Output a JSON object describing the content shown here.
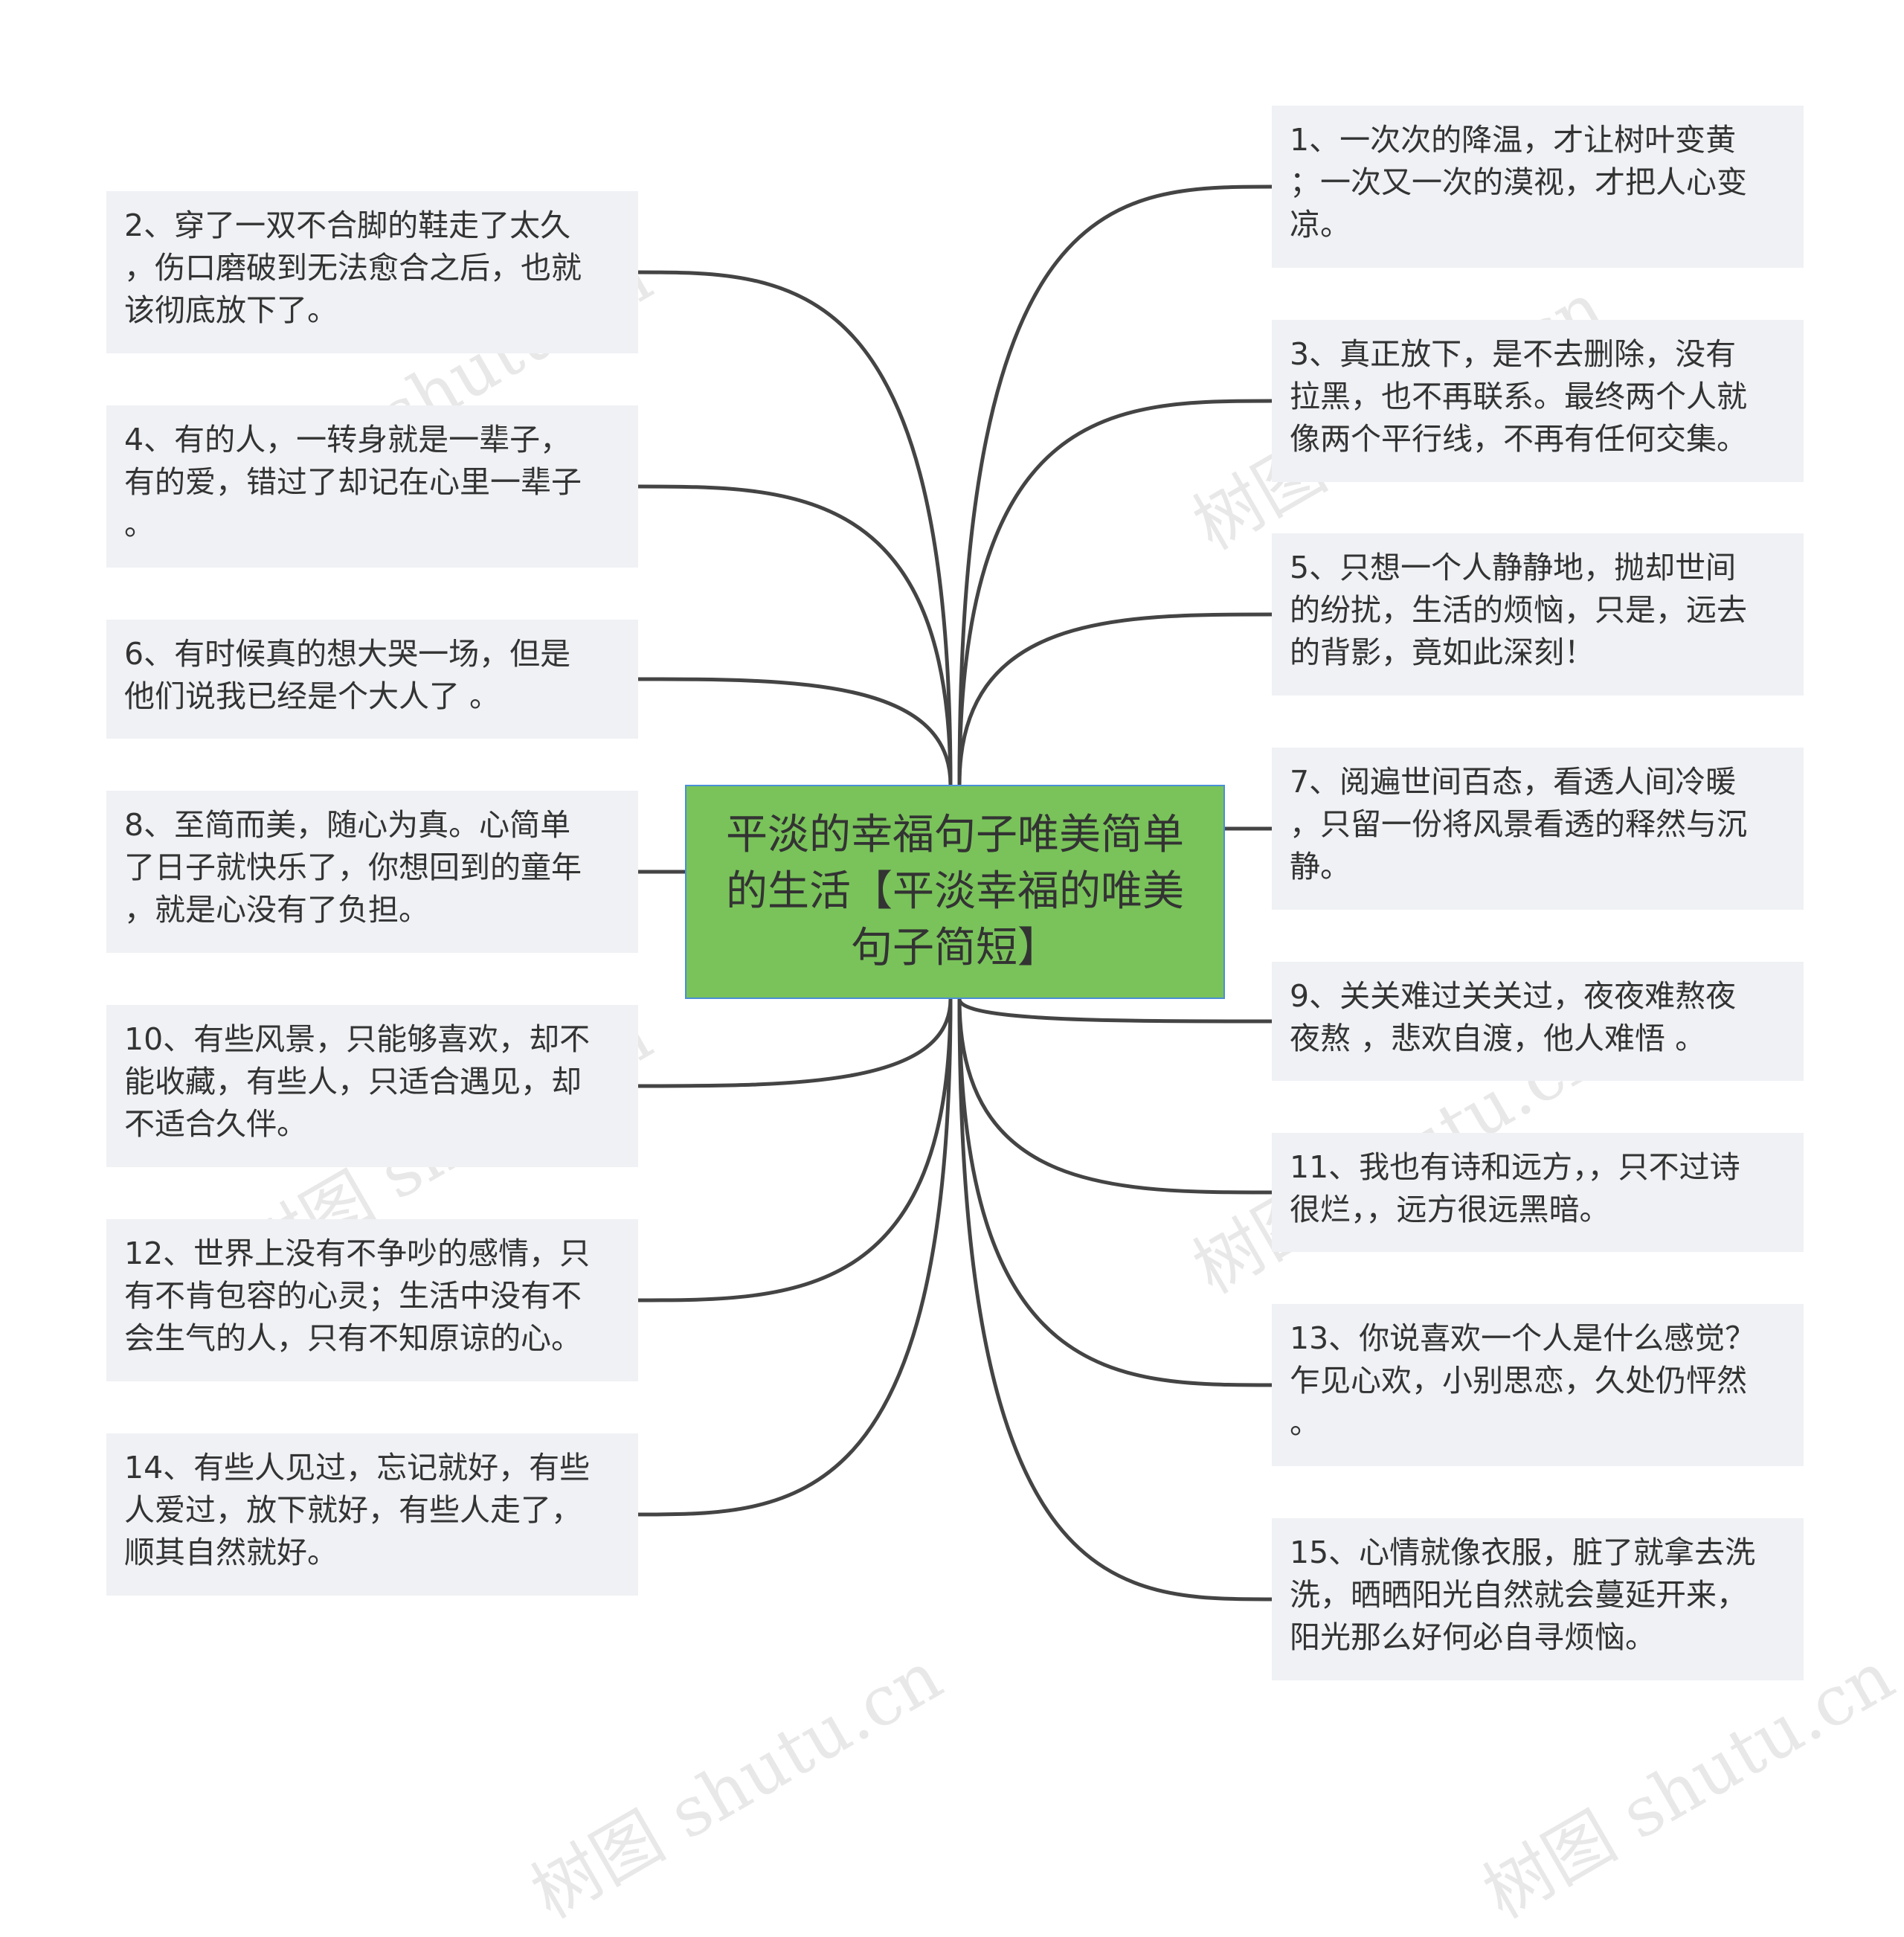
{
  "root": {
    "text": "平淡的幸福句子唯美简单\n的生活【平淡幸福的唯美\n句子简短】"
  },
  "left_nodes": [
    {
      "text": "2、穿了一双不合脚的鞋走了太久\n，伤口磨破到无法愈合之后，也就\n该彻底放下了。"
    },
    {
      "text": "4、有的人，一转身就是一辈子，\n有的爱，错过了却记在心里一辈子\n。"
    },
    {
      "text": "6、有时候真的想大哭一场，但是\n他们说我已经是个大人了 。"
    },
    {
      "text": "8、至简而美，随心为真。心简单\n了日子就快乐了，你想回到的童年\n，就是心没有了负担。"
    },
    {
      "text": "10、有些风景，只能够喜欢，却不\n能收藏，有些人，只适合遇见，却\n不适合久伴。"
    },
    {
      "text": "12、世界上没有不争吵的感情，只\n有不肯包容的心灵；生活中没有不\n会生气的人，只有不知原谅的心。"
    },
    {
      "text": "14、有些人见过，忘记就好，有些\n人爱过，放下就好，有些人走了，\n顺其自然就好。"
    }
  ],
  "right_nodes": [
    {
      "text": "1、一次次的降温，才让树叶变黄\n；一次又一次的漠视，才把人心变\n凉。"
    },
    {
      "text": "3、真正放下，是不去删除，没有\n拉黑，也不再联系。最终两个人就\n像两个平行线，不再有任何交集。"
    },
    {
      "text": "5、只想一个人静静地，抛却世间\n的纷扰，生活的烦恼，只是，远去\n的背影，竟如此深刻！"
    },
    {
      "text": "7、阅遍世间百态，看透人间冷暖\n，只留一份将风景看透的释然与沉\n静。"
    },
    {
      "text": "9、关关难过关关过，夜夜难熬夜\n夜熬 ，悲欢自渡，他人难悟 。"
    },
    {
      "text": "11、我也有诗和远方，，只不过诗\n很烂，，远方很远黑暗。"
    },
    {
      "text": "13、你说喜欢一个人是什么感觉？\n乍见心欢，小别思恋，久处仍怦然\n。"
    },
    {
      "text": "15、心情就像衣服，脏了就拿去洗\n洗，晒晒阳光自然就会蔓延开来，\n阳光那么好何必自寻烦恼。"
    }
  ],
  "watermark": {
    "text": "树图 shutu.cn"
  },
  "colors": {
    "root_fill": "#79c35a",
    "root_border": "#4a8fd6",
    "node_fill": "#eff1f4",
    "text": "#333333",
    "connector": "#444444"
  }
}
